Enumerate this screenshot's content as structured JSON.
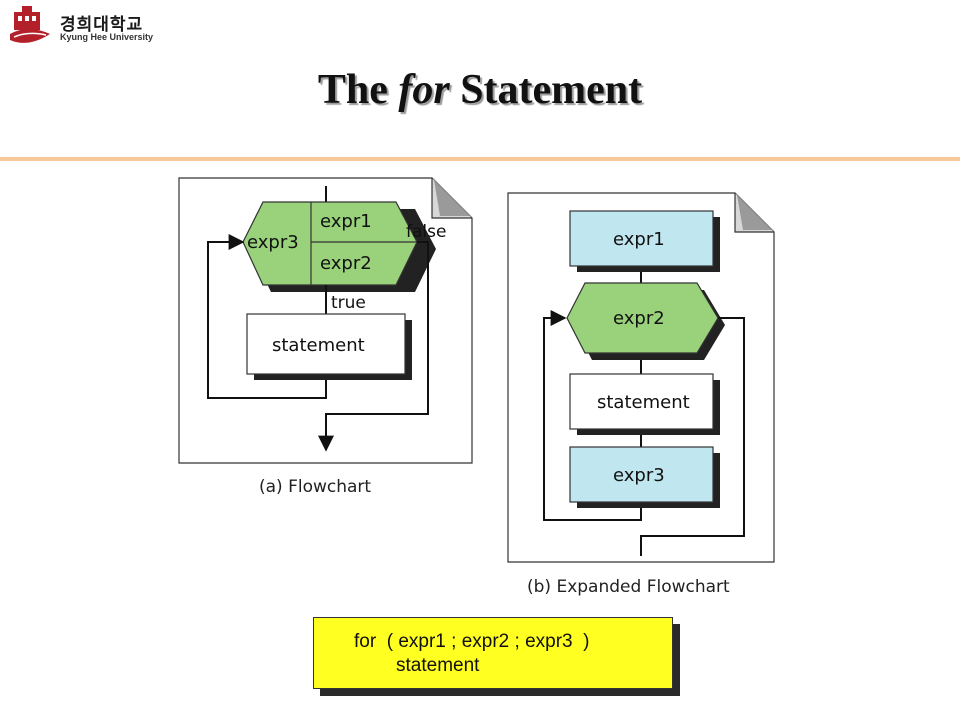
{
  "logo": {
    "name_ko": "경희대학교",
    "name_en": "Kyung Hee University"
  },
  "title": {
    "before": "The ",
    "italic": "for",
    "after": " Statement"
  },
  "flowchart_a": {
    "caption": "(a) Flowchart",
    "expr1": "expr1",
    "expr2": "expr2",
    "expr3": "expr3",
    "false_label": "false",
    "true_label": "true",
    "statement": "statement"
  },
  "flowchart_b": {
    "caption": "(b) Expanded Flowchart",
    "expr1": "expr1",
    "expr2": "expr2",
    "statement": "statement",
    "expr3": "expr3"
  },
  "code": {
    "line1": "for  ( expr1 ; expr2 ; expr3  )",
    "line2": "statement"
  },
  "colors": {
    "green": "#99d27a",
    "blue": "#c0e6f0",
    "yellow": "#ffff22",
    "divider": "#f6c89a"
  }
}
